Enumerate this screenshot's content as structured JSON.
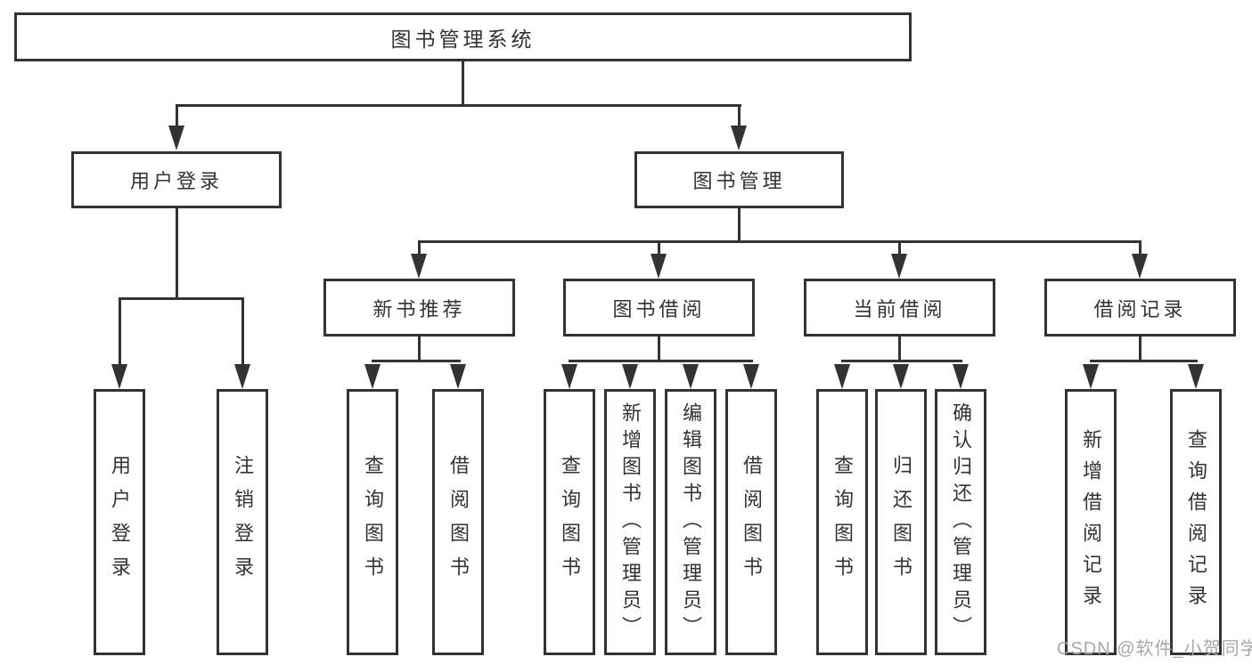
{
  "diagram": {
    "tree": {
      "label": "图书管理系统",
      "children": [
        {
          "label": "用户登录",
          "children": [
            {
              "label": "用户登录"
            },
            {
              "label": "注销登录"
            }
          ]
        },
        {
          "label": "图书管理",
          "children": [
            {
              "label": "新书推荐",
              "children": [
                {
                  "label": "查询图书"
                },
                {
                  "label": "借阅图书"
                }
              ]
            },
            {
              "label": "图书借阅",
              "children": [
                {
                  "label": "查询图书"
                },
                {
                  "label": "新增图书（管理员）"
                },
                {
                  "label": "编辑图书（管理员）"
                },
                {
                  "label": "借阅图书"
                }
              ]
            },
            {
              "label": "当前借阅",
              "children": [
                {
                  "label": "查询图书"
                },
                {
                  "label": "归还图书"
                },
                {
                  "label": "确认归还（管理员）"
                }
              ]
            },
            {
              "label": "借阅记录",
              "children": [
                {
                  "label": "新增借阅记录"
                },
                {
                  "label": "查询借阅记录"
                }
              ]
            }
          ]
        }
      ]
    },
    "colors": {
      "line": "#333333",
      "text": "#333333",
      "background": "#ffffff",
      "watermark": "#a8a8a8"
    }
  },
  "watermark": {
    "text": "CSDN @软件_小贺同学"
  }
}
